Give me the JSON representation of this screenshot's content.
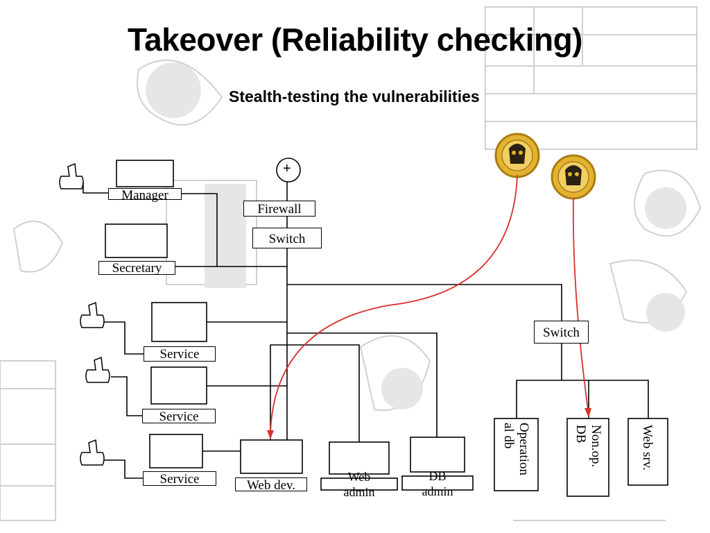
{
  "title": "Takeover (Reliability checking)",
  "subtitle": "Stealth-testing the vulnerabilities",
  "nodes": {
    "manager": "Manager",
    "secretary": "Secretary",
    "service1": "Service",
    "service2": "Service",
    "service3": "Service",
    "firewall": "Firewall",
    "switch_main": "Switch",
    "switch_right": "Switch",
    "web_dev": "Web dev.",
    "web_admin": [
      "Web",
      "admin"
    ],
    "db_admin": [
      "DB",
      "admin"
    ],
    "operational_db": [
      "Operation",
      "al db"
    ],
    "nonop_db": [
      "Non.op.",
      "DB"
    ],
    "web_srv": "Web srv."
  },
  "internet_symbol": "+",
  "icons": [
    "phone-icon",
    "hacker-coin-icon"
  ],
  "colors": {
    "attack_arrow": "#d9302a",
    "line": "#000000",
    "coin": "#e3b32f"
  }
}
